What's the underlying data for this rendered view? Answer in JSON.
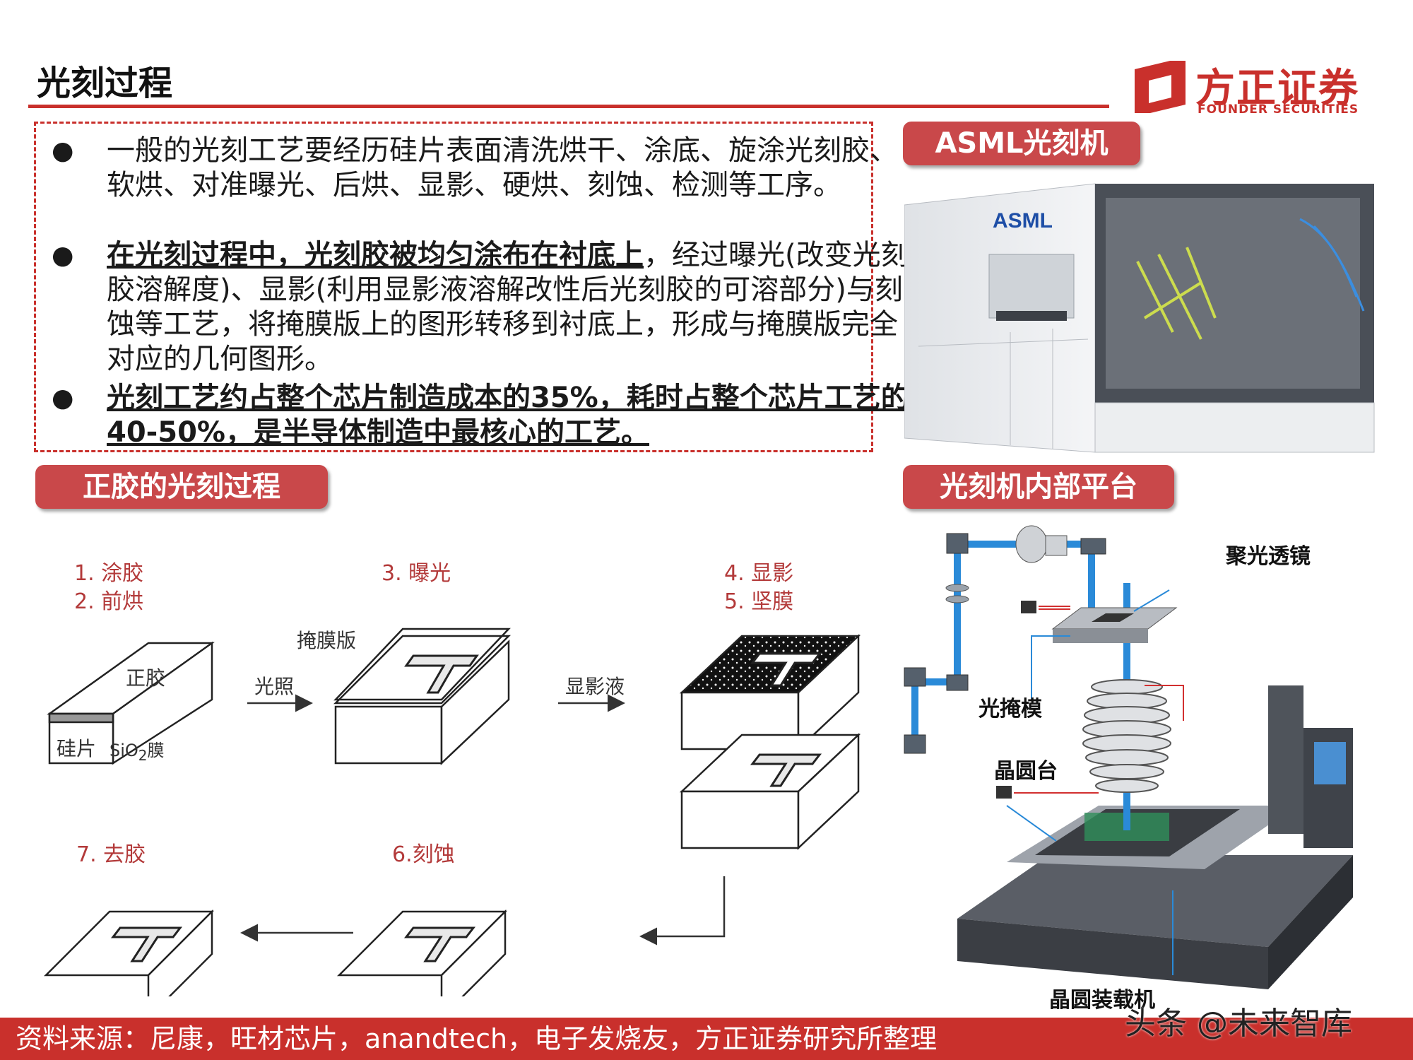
{
  "header": {
    "title": "光刻过程",
    "logo_cn": "方正证券",
    "logo_en": "FOUNDER SECURITIES"
  },
  "bullets": {
    "item1": "一般的光刻工艺要经历硅片表面清洗烘干、涂底、旋涂光刻胶、软烘、对准曝光、后烘、显影、硬烘、刻蚀、检测等工序。",
    "item2_bold": "在光刻过程中，光刻胶被均匀涂布在衬底上",
    "item2_rest": "，经过曝光(改变光刻胶溶解度)、显影(利用显影液溶解改性后光刻胶的可溶部分)与刻蚀等工艺，将掩膜版上的图形转移到衬底上，形成与掩膜版完全对应的几何图形。",
    "item3": "光刻工艺约占整个芯片制造成本的35%，耗时占整个芯片工艺的40-50%，是半导体制造中最核心的工艺。"
  },
  "sections": {
    "asml": "ASML光刻机",
    "positive": "正胶的光刻过程",
    "platform": "光刻机内部平台"
  },
  "asml_photo": {
    "brand": "ASML"
  },
  "process": {
    "step12": [
      "1. 涂胶",
      "2. 前烘"
    ],
    "step3": "3. 曝光",
    "step45": [
      "4. 显影",
      "5. 坚膜"
    ],
    "step6": "6.刻蚀",
    "step7": "7. 去胶",
    "resist": "正胶",
    "wafer": "硅片",
    "oxide": "SiO",
    "oxide_sub": "2",
    "oxide_suffix": "膜",
    "mask": "掩膜版",
    "light": "光照",
    "developer": "显影液",
    "letter": "T"
  },
  "platform": {
    "lens": "聚光透镜",
    "mask": "光掩模",
    "stage": "晶圆台",
    "loader": "晶圆装载机"
  },
  "footer": {
    "source": "资料来源：尼康，旺材芯片，anandtech，电子发烧友，方正证券研究所整理",
    "watermark": "头条 @未来智库"
  },
  "colors": {
    "accent": "#c9302c",
    "pill": "#c9484a",
    "beam": "#2a8ad8"
  }
}
